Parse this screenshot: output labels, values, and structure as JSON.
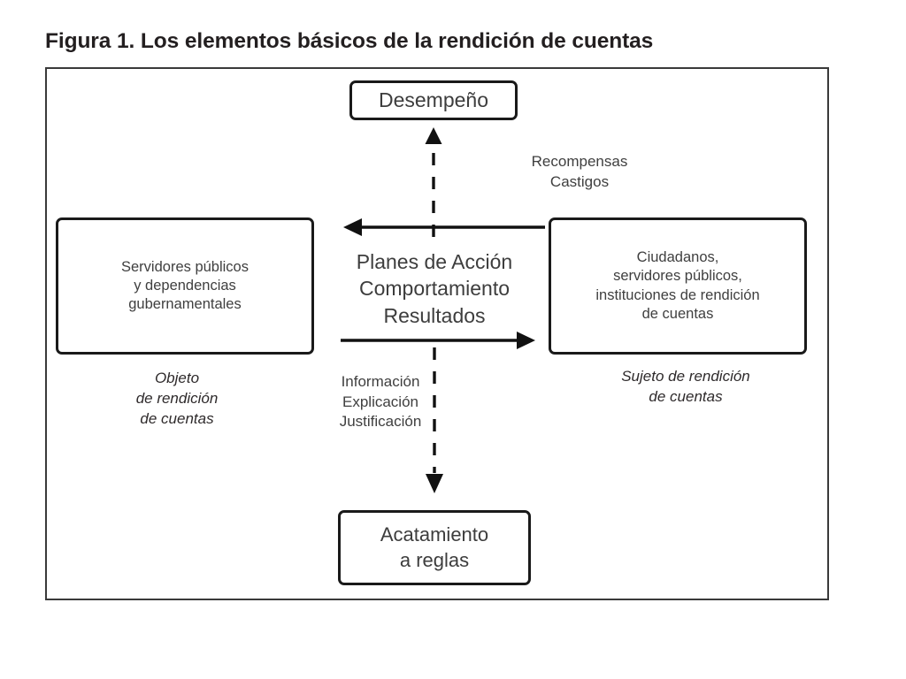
{
  "figure": {
    "title": "Figura 1. Los elementos básicos de la rendición de cuentas"
  },
  "nodes": {
    "top": {
      "name": "desempeno",
      "text": "Desempeño"
    },
    "left": {
      "name": "servidores-publicos",
      "text": "Servidores públicos\ny dependencias\ngubernamentales"
    },
    "right": {
      "name": "ciudadanos",
      "text": "Ciudadanos,\nservidores públicos,\ninstituciones de rendición\nde cuentas"
    },
    "bottom": {
      "name": "acatamiento",
      "text": "Acatamiento\na reglas"
    }
  },
  "center": {
    "text": "Planes de Acción\nComportamiento\nResultados"
  },
  "edge_labels": {
    "top_right": "Recompensas\nCastigos",
    "bottom_center": "Información\nExplicación\nJustificación"
  },
  "captions": {
    "left": "Objeto\nde rendición\nde cuentas",
    "right": "Sujeto de rendición\nde cuentas"
  },
  "arrows": [
    {
      "name": "arrow-up-dashed-desempeno",
      "style": "dashed",
      "direction": "up",
      "from": "center",
      "to": "desempeno"
    },
    {
      "name": "arrow-left-solid-recompensas",
      "style": "solid",
      "direction": "left",
      "from": "ciudadanos",
      "to": "servidores-publicos"
    },
    {
      "name": "arrow-right-solid-informacion",
      "style": "solid",
      "direction": "right",
      "from": "servidores-publicos",
      "to": "ciudadanos"
    },
    {
      "name": "arrow-down-dashed-acatamiento",
      "style": "dashed",
      "direction": "down",
      "from": "center",
      "to": "acatamiento"
    }
  ],
  "colors": {
    "ink": "#231f20",
    "stroke": "#1a1a1a",
    "frame": "#3a3a3a",
    "background": "#ffffff"
  }
}
